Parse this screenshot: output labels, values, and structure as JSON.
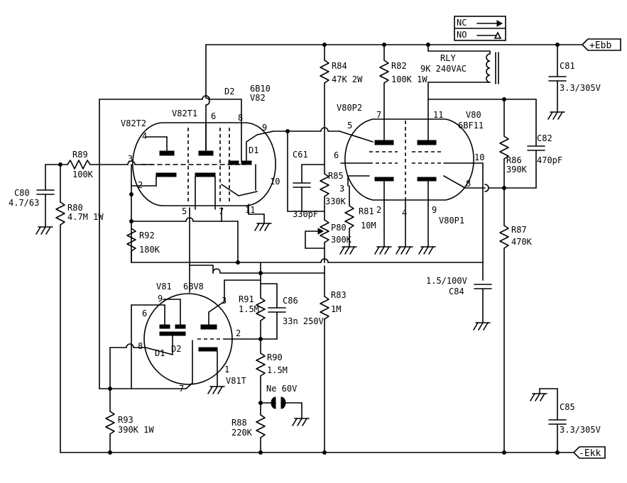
{
  "rails": {
    "ebb": "+Ebb",
    "ekk": "-Ekk"
  },
  "relay": {
    "name": "RLY",
    "spec": "9K 240VAC",
    "nc": "NC",
    "no": "NO"
  },
  "components": {
    "c80": {
      "ref": "C80",
      "value": "4.7/63"
    },
    "r89": {
      "ref": "R89",
      "value": "100K"
    },
    "r80": {
      "ref": "R80",
      "value": "4.7M 1W"
    },
    "r92": {
      "ref": "R92",
      "value": "180K"
    },
    "r93": {
      "ref": "R93",
      "value": "390K 1W"
    },
    "r84": {
      "ref": "R84",
      "value": "47K 2W"
    },
    "r82": {
      "ref": "R82",
      "value": "100K 1W"
    },
    "c81": {
      "ref": "C81",
      "value": "3.3/305V"
    },
    "c61": {
      "ref": "C61",
      "value": "330pF"
    },
    "r85": {
      "ref": "R85",
      "value": "330K"
    },
    "r81": {
      "ref": "R81",
      "value": "10M"
    },
    "p80": {
      "ref": "P80",
      "value": "300K"
    },
    "r86": {
      "ref": "R86",
      "value": "390K"
    },
    "c82": {
      "ref": "C82",
      "value": "470pF"
    },
    "r87": {
      "ref": "R87",
      "value": "470K"
    },
    "c84": {
      "ref": "C84",
      "value": "1.5/100V"
    },
    "r91": {
      "ref": "R91",
      "value": "1.5M"
    },
    "c86": {
      "ref": "C86",
      "value": "33n 250V"
    },
    "r83": {
      "ref": "R83",
      "value": "1M"
    },
    "r90": {
      "ref": "R90",
      "value": "1.5M"
    },
    "ne": {
      "ref": "Ne 60V"
    },
    "r88": {
      "ref": "R88",
      "value": "220K"
    },
    "c85": {
      "ref": "C85",
      "value": "3.3/305V"
    }
  },
  "tubes": {
    "v82": {
      "t1": "V82T1",
      "t2": "V82T2",
      "type": "6B10",
      "ref": "V82",
      "d1": "D1",
      "d2": "D2"
    },
    "v80": {
      "p1": "V80P1",
      "p2": "V80P2",
      "ref": "V80",
      "type": "6BF11"
    },
    "v81": {
      "ref": "V81",
      "type": "6BV8",
      "t": "V81T",
      "d1": "D1",
      "d2": "D2"
    }
  },
  "pins": {
    "v82": {
      "p4": "4",
      "p3": "3",
      "p2": "2",
      "p6": "6",
      "p8": "8",
      "p9": "9",
      "p10": "10",
      "p11": "11",
      "p5": "5",
      "p7": "7"
    },
    "v80": {
      "p5": "5",
      "p7": "7",
      "p11": "11",
      "p6": "6",
      "p3": "3",
      "p10": "10",
      "p8": "8",
      "p2": "2",
      "p4": "4",
      "p9": "9"
    },
    "v81": {
      "p9": "9",
      "p6": "6",
      "p3": "3",
      "p2": "2",
      "p8": "8",
      "p1": "1",
      "p7": "7"
    }
  }
}
